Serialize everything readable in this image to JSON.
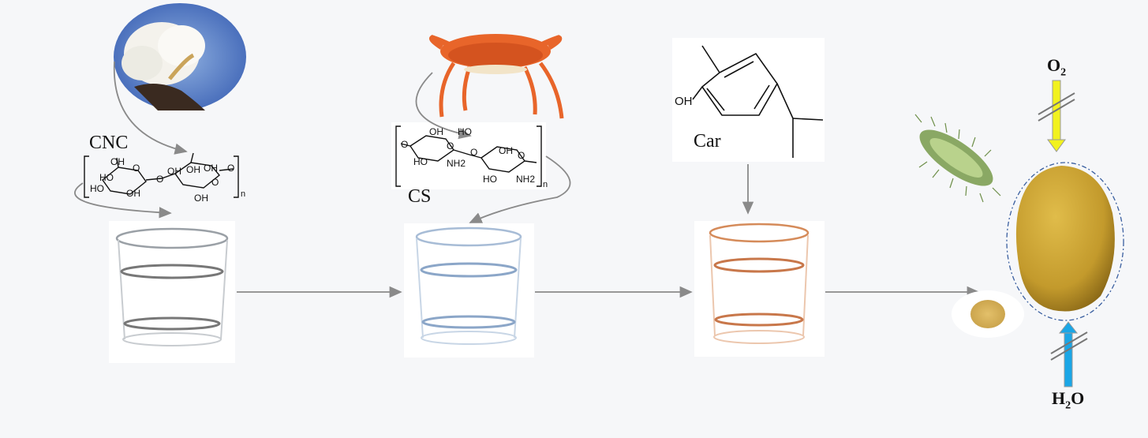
{
  "labels": {
    "cnc": "CNC",
    "cs": "CS",
    "car": "Car",
    "oh": "OH",
    "o2": "O",
    "o2_sub": "2",
    "h2o_h": "H",
    "h2o_sub": "2",
    "h2o_o": "O"
  },
  "cnc_structure": {
    "groups": [
      "OH",
      "OH",
      "OH",
      "HO",
      "HO",
      "O",
      "O",
      "O",
      "O",
      "OH",
      "OH",
      "OH"
    ],
    "repeat": "n"
  },
  "cs_structure": {
    "groups": [
      "OH",
      "HO",
      "O",
      "O",
      "O",
      "O",
      "HO",
      "NH2",
      "OH",
      "NH2",
      "HO"
    ],
    "repeat": "n"
  },
  "colors": {
    "arrow": "#8a8a8a",
    "o2_arrow": "#f2f21e",
    "h2o_arrow": "#1aa6e6",
    "fruit": "#c9a23a",
    "dashed_ellipse": "#3a5fa0"
  }
}
